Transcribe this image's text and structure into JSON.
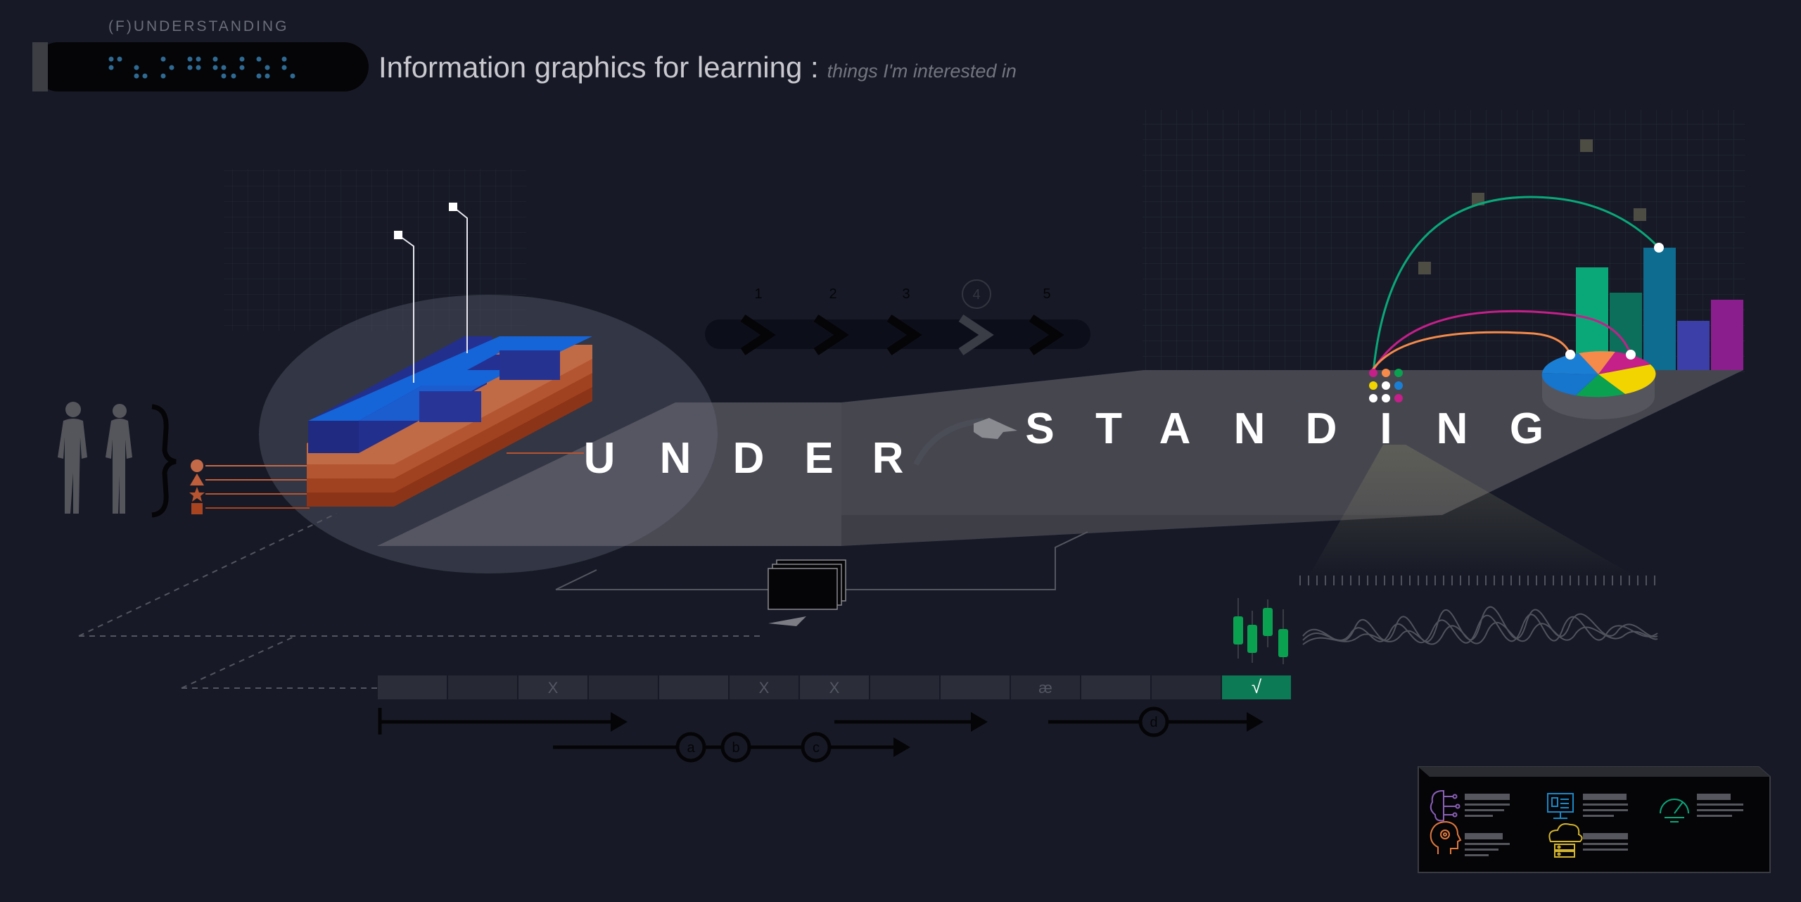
{
  "header": {
    "kicker": "(F)UNDERSTANDING",
    "title": "Information graphics for learning :",
    "subtitle": "things I'm interested in"
  },
  "word": {
    "part1": [
      "U",
      "N",
      "D",
      "E",
      "R"
    ],
    "part2": [
      "S",
      "T",
      "A",
      "N",
      "D",
      "I",
      "N",
      "G"
    ]
  },
  "steps": [
    "1",
    "2",
    "3",
    "4",
    "5"
  ],
  "timeline": {
    "cells": [
      "",
      "",
      "X",
      "",
      "",
      "X",
      "X",
      "",
      "",
      "æ",
      "",
      "",
      "√"
    ]
  },
  "milestones": [
    "a",
    "b",
    "c",
    "d"
  ],
  "colors": {
    "background": "#171a26",
    "blue": "#1565d8",
    "navy": "#243092",
    "rust": "#b5532c",
    "green": "#0b7a55",
    "magenta": "#c51f8a",
    "orange": "#f58a4b"
  },
  "legend_icons": [
    "brain-circuit-icon",
    "monitor-chart-icon",
    "speedometer-icon",
    "head-gear-icon",
    "cloud-server-icon"
  ]
}
